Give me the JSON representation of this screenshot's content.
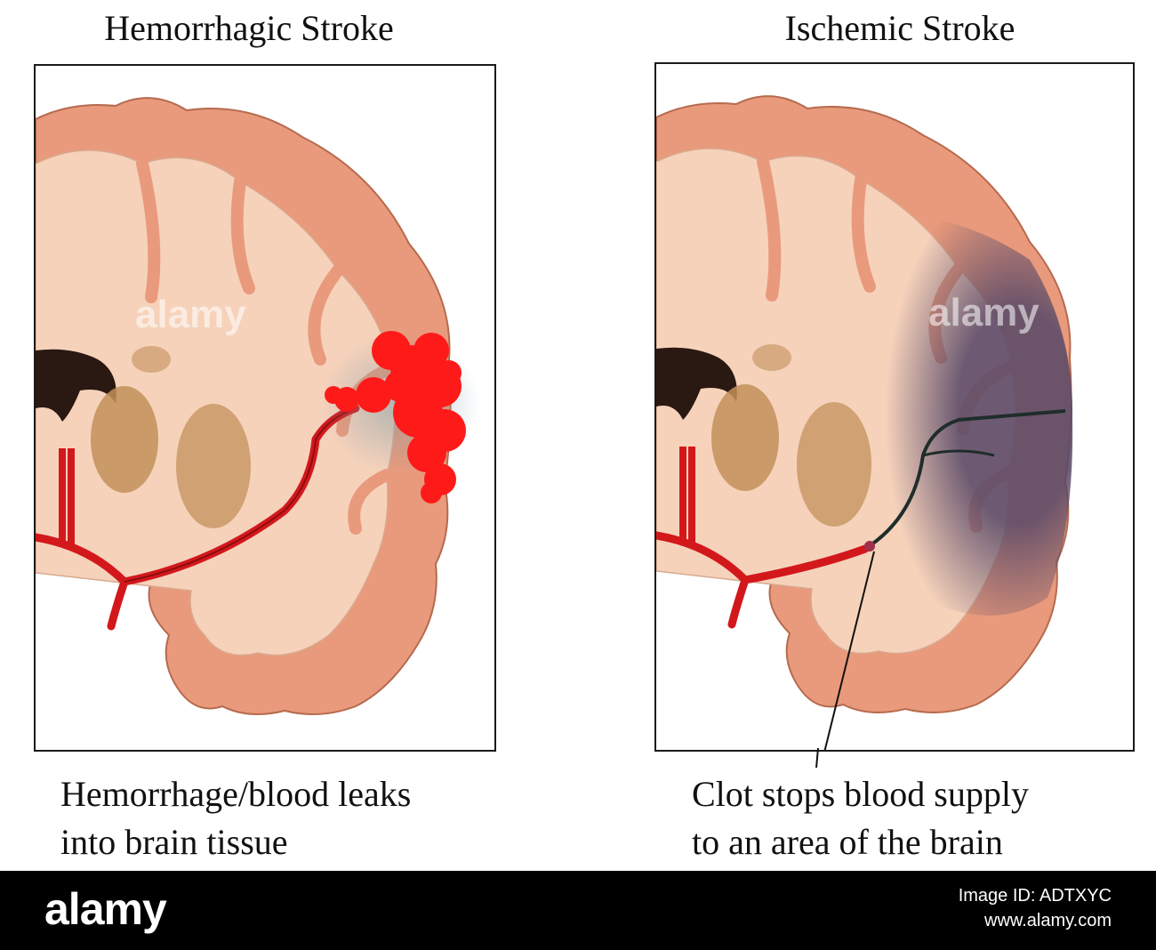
{
  "left_panel": {
    "title": "Hemorrhagic Stroke",
    "caption_line1": "Hemorrhage/blood leaks",
    "caption_line2": "into brain tissue"
  },
  "right_panel": {
    "title": "Ischemic Stroke",
    "caption_line1": "Clot stops blood supply",
    "caption_line2": "to an area of the brain"
  },
  "footer": {
    "brand": "alamy",
    "image_id": "Image ID: ADTXYC",
    "site": "www.alamy.com"
  },
  "watermark": "alamy",
  "colors": {
    "cortex": "#e99a7c",
    "white_matter": "#f6d2bb",
    "artery": "#d3181c",
    "hemorrhage": "#ff1a1a",
    "ischemic_area": "#5a4a68",
    "basal_ganglia": "#c3905a"
  }
}
